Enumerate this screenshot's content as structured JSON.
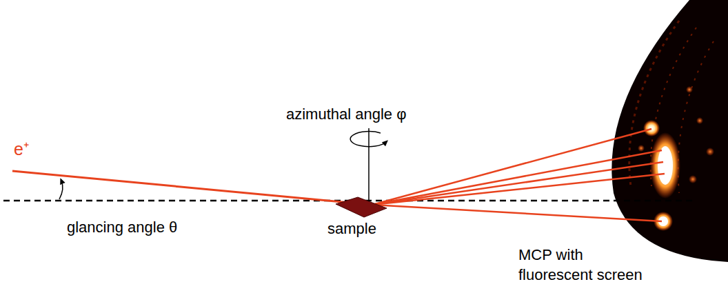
{
  "diagram": {
    "labels": [
      "azimuthal angle φ",
      "e⁺",
      "glancing angle θ",
      "sample",
      "MCP with fluorescent screen"
    ]
  }
}
